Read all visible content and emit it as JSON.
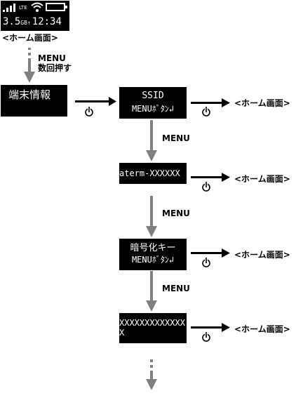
{
  "status_screen": {
    "network": "LTE",
    "data_used": "3.5",
    "data_unit": "GB",
    "sep": "↑",
    "time": "12:34"
  },
  "home_caption": "<ホーム画面>",
  "first_step": {
    "key": "MENU",
    "note": "数回押す"
  },
  "screens": {
    "info": "端末情報",
    "ssid_l1": "SSID",
    "ssid_l2": "MENUﾎﾞﾀﾝ↲",
    "ssid_value": "aterm-XXXXXX",
    "key_l1": "暗号化キー",
    "key_l2": "MENUﾎﾞﾀﾝ↲",
    "key_value_l1": "XXXXXXXXXXXXX",
    "key_value_l2": "X"
  },
  "menu_label": "MENU",
  "home_label": "<ホーム画面>",
  "colors": {
    "arrow_gray": "#808080",
    "lcd_bg": "#000000"
  },
  "icons": {
    "power_button": "power-icon"
  }
}
